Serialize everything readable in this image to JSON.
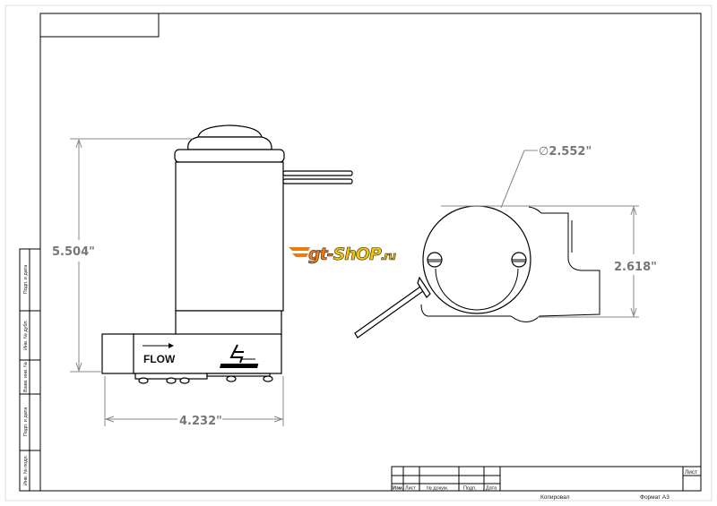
{
  "drawing": {
    "dimensions": {
      "height": "5.504\"",
      "width": "4.232\"",
      "diameter": "2.552\"",
      "diameter_symbol": "∅",
      "side_height": "2.618\""
    },
    "flow_label": "FLOW",
    "watermark": "gt-ShOP.ru"
  },
  "side_strip": {
    "labels": [
      "Подп. и дата",
      "Инв. № дубл.",
      "Взам. инв. №",
      "Подп. и дата",
      "Инв. № подл."
    ]
  },
  "title_block": {
    "headers": [
      "Изм.",
      "Лист",
      "№ докум.",
      "Подп.",
      "Дата"
    ],
    "sheet_label": "Лист",
    "copied_label": "Копировал",
    "format_label": "Формат А3"
  },
  "colors": {
    "watermark_orange": "#f07a10",
    "watermark_yellow": "#f5c400",
    "dimension_gray": "#888888"
  }
}
